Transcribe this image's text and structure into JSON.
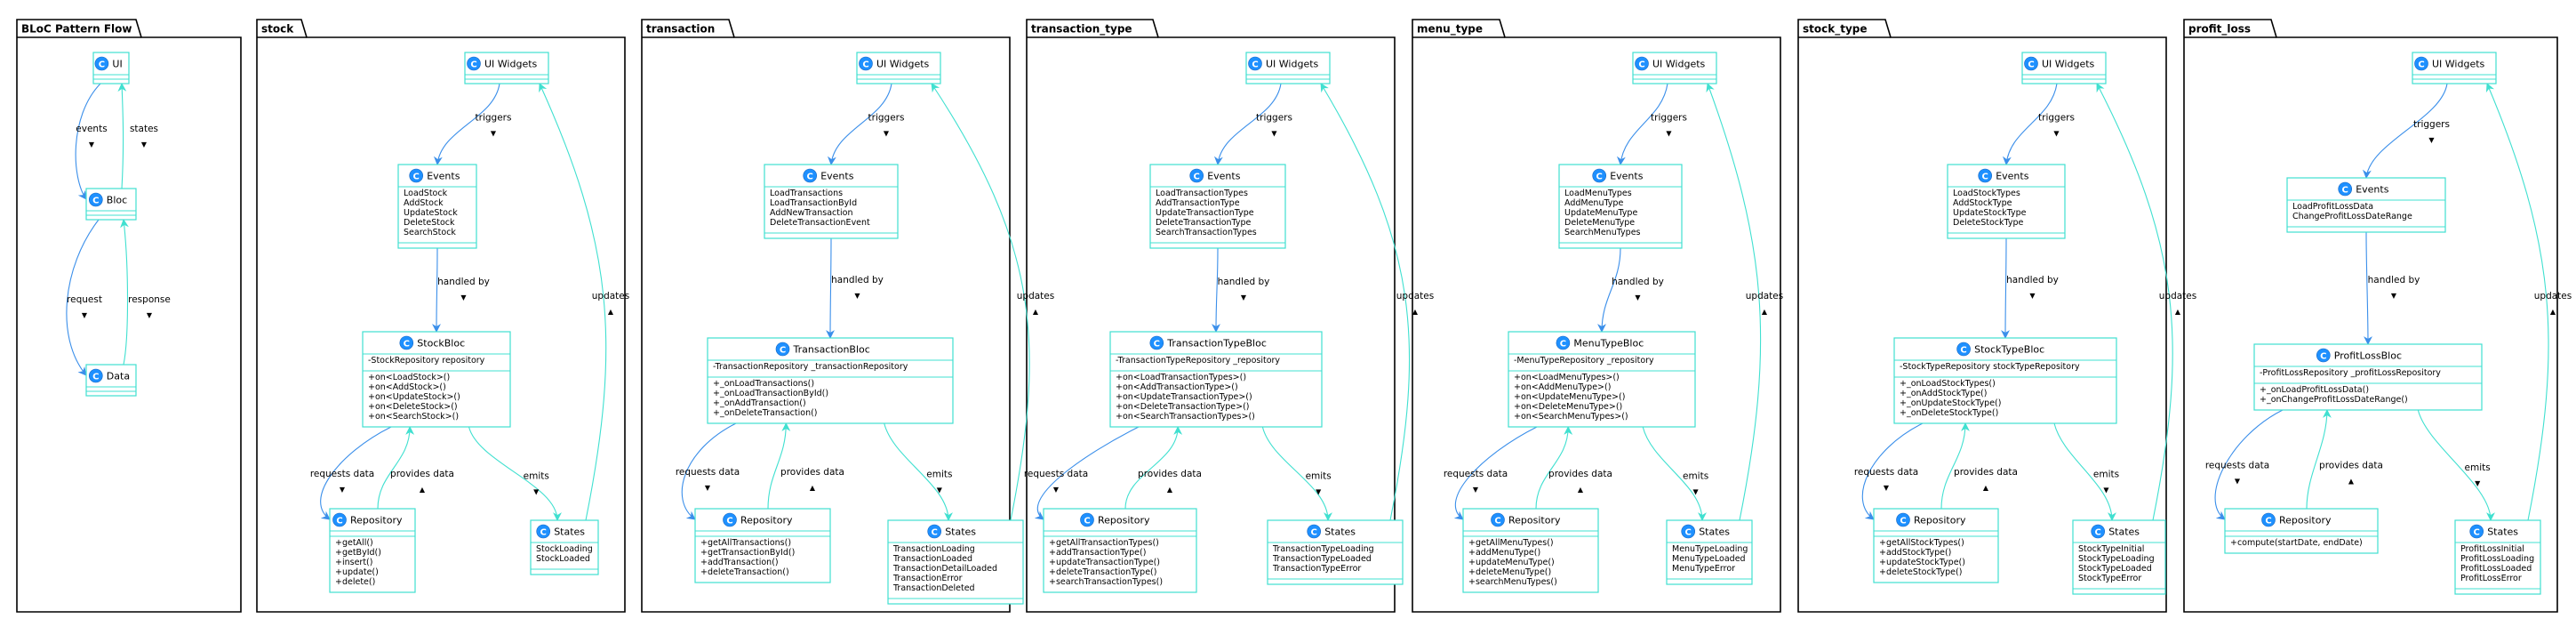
{
  "colors": {
    "frame": "#000000",
    "class_border": "#40e0d0",
    "badge_fill": "#1e90ff",
    "arrow_blue": "#3b8fea",
    "arrow_teal": "#40e0d0",
    "text": "#000000"
  },
  "icons": {
    "class_badge": "circle-c-icon",
    "class_badge_letter": "C"
  },
  "packages": [
    {
      "name": "BLoC Pattern Flow",
      "nodes": {
        "ui": {
          "title": "UI",
          "fields": [],
          "methods": []
        },
        "bloc": {
          "title": "Bloc",
          "fields": [],
          "methods": []
        },
        "data": {
          "title": "Data",
          "fields": [],
          "methods": []
        }
      },
      "edges": [
        {
          "label": "events",
          "arrow": "▼"
        },
        {
          "label": "states",
          "arrow": "▼"
        },
        {
          "label": "request",
          "arrow": "▼"
        },
        {
          "label": "response",
          "arrow": "▼"
        }
      ]
    },
    {
      "name": "stock",
      "nodes": {
        "ui": {
          "title": "UI Widgets",
          "fields": [],
          "methods": []
        },
        "events": {
          "title": "Events",
          "fields": [
            "LoadStock",
            "AddStock",
            "UpdateStock",
            "DeleteStock",
            "SearchStock"
          ],
          "methods": []
        },
        "bloc": {
          "title": "StockBloc",
          "fields": [
            "-StockRepository repository"
          ],
          "methods": [
            "+on<LoadStock>()",
            "+on<AddStock>()",
            "+on<UpdateStock>()",
            "+on<DeleteStock>()",
            "+on<SearchStock>()"
          ]
        },
        "repo": {
          "title": "Repository",
          "fields": [],
          "methods": [
            "+getAll()",
            "+getById()",
            "+insert()",
            "+update()",
            "+delete()"
          ]
        },
        "states": {
          "title": "States",
          "fields": [
            "StockLoading",
            "StockLoaded"
          ],
          "methods": []
        }
      },
      "edges": {
        "triggers": {
          "label": "triggers",
          "arrow": "▼"
        },
        "handled": {
          "label": "handled by",
          "arrow": "▼"
        },
        "requests": {
          "label": "requests data",
          "arrow": "▼"
        },
        "provides": {
          "label": "provides data",
          "arrow": "▲"
        },
        "emits": {
          "label": "emits",
          "arrow": "▼"
        },
        "updates": {
          "label": "updates",
          "arrow": "▲"
        }
      }
    },
    {
      "name": "transaction",
      "nodes": {
        "ui": {
          "title": "UI Widgets",
          "fields": [],
          "methods": []
        },
        "events": {
          "title": "Events",
          "fields": [
            "LoadTransactions",
            "LoadTransactionById",
            "AddNewTransaction",
            "DeleteTransactionEvent"
          ],
          "methods": []
        },
        "bloc": {
          "title": "TransactionBloc",
          "fields": [
            "-TransactionRepository _transactionRepository"
          ],
          "methods": [
            "+_onLoadTransactions()",
            "+_onLoadTransactionById()",
            "+_onAddTransaction()",
            "+_onDeleteTransaction()"
          ]
        },
        "repo": {
          "title": "Repository",
          "fields": [],
          "methods": [
            "+getAllTransactions()",
            "+getTransactionById()",
            "+addTransaction()",
            "+deleteTransaction()"
          ]
        },
        "states": {
          "title": "States",
          "fields": [
            "TransactionLoading",
            "TransactionLoaded",
            "TransactionDetailLoaded",
            "TransactionError",
            "TransactionDeleted"
          ],
          "methods": []
        }
      },
      "edges": {
        "triggers": {
          "label": "triggers",
          "arrow": "▼"
        },
        "handled": {
          "label": "handled by",
          "arrow": "▼"
        },
        "requests": {
          "label": "requests data",
          "arrow": "▼"
        },
        "provides": {
          "label": "provides data",
          "arrow": "▲"
        },
        "emits": {
          "label": "emits",
          "arrow": "▼"
        },
        "updates": {
          "label": "updates",
          "arrow": "▲"
        }
      }
    },
    {
      "name": "transaction_type",
      "nodes": {
        "ui": {
          "title": "UI Widgets",
          "fields": [],
          "methods": []
        },
        "events": {
          "title": "Events",
          "fields": [
            "LoadTransactionTypes",
            "AddTransactionType",
            "UpdateTransactionType",
            "DeleteTransactionType",
            "SearchTransactionTypes"
          ],
          "methods": []
        },
        "bloc": {
          "title": "TransactionTypeBloc",
          "fields": [
            "-TransactionTypeRepository _repository"
          ],
          "methods": [
            "+on<LoadTransactionTypes>()",
            "+on<AddTransactionType>()",
            "+on<UpdateTransactionType>()",
            "+on<DeleteTransactionType>()",
            "+on<SearchTransactionTypes>()"
          ]
        },
        "repo": {
          "title": "Repository",
          "fields": [],
          "methods": [
            "+getAllTransactionTypes()",
            "+addTransactionType()",
            "+updateTransactionType()",
            "+deleteTransactionType()",
            "+searchTransactionTypes()"
          ]
        },
        "states": {
          "title": "States",
          "fields": [
            "TransactionTypeLoading",
            "TransactionTypeLoaded",
            "TransactionTypeError"
          ],
          "methods": []
        }
      },
      "edges": {
        "triggers": {
          "label": "triggers",
          "arrow": "▼"
        },
        "handled": {
          "label": "handled by",
          "arrow": "▼"
        },
        "requests": {
          "label": "requests data",
          "arrow": "▼"
        },
        "provides": {
          "label": "provides data",
          "arrow": "▲"
        },
        "emits": {
          "label": "emits",
          "arrow": "▼"
        },
        "updates": {
          "label": "updates",
          "arrow": "▲"
        }
      }
    },
    {
      "name": "menu_type",
      "nodes": {
        "ui": {
          "title": "UI Widgets",
          "fields": [],
          "methods": []
        },
        "events": {
          "title": "Events",
          "fields": [
            "LoadMenuTypes",
            "AddMenuType",
            "UpdateMenuType",
            "DeleteMenuType",
            "SearchMenuTypes"
          ],
          "methods": []
        },
        "bloc": {
          "title": "MenuTypeBloc",
          "fields": [
            "-MenuTypeRepository _repository"
          ],
          "methods": [
            "+on<LoadMenuTypes>()",
            "+on<AddMenuType>()",
            "+on<UpdateMenuType>()",
            "+on<DeleteMenuType>()",
            "+on<SearchMenuTypes>()"
          ]
        },
        "repo": {
          "title": "Repository",
          "fields": [],
          "methods": [
            "+getAllMenuTypes()",
            "+addMenuType()",
            "+updateMenuType()",
            "+deleteMenuType()",
            "+searchMenuTypes()"
          ]
        },
        "states": {
          "title": "States",
          "fields": [
            "MenuTypeLoading",
            "MenuTypeLoaded",
            "MenuTypeError"
          ],
          "methods": []
        }
      },
      "edges": {
        "triggers": {
          "label": "triggers",
          "arrow": "▼"
        },
        "handled": {
          "label": "handled by",
          "arrow": "▼"
        },
        "requests": {
          "label": "requests data",
          "arrow": "▼"
        },
        "provides": {
          "label": "provides data",
          "arrow": "▲"
        },
        "emits": {
          "label": "emits",
          "arrow": "▼"
        },
        "updates": {
          "label": "updates",
          "arrow": "▲"
        }
      }
    },
    {
      "name": "stock_type",
      "nodes": {
        "ui": {
          "title": "UI Widgets",
          "fields": [],
          "methods": []
        },
        "events": {
          "title": "Events",
          "fields": [
            "LoadStockTypes",
            "AddStockType",
            "UpdateStockType",
            "DeleteStockType"
          ],
          "methods": []
        },
        "bloc": {
          "title": "StockTypeBloc",
          "fields": [
            "-StockTypeRepository stockTypeRepository"
          ],
          "methods": [
            "+_onLoadStockTypes()",
            "+_onAddStockType()",
            "+_onUpdateStockType()",
            "+_onDeleteStockType()"
          ]
        },
        "repo": {
          "title": "Repository",
          "fields": [],
          "methods": [
            "+getAllStockTypes()",
            "+addStockType()",
            "+updateStockType()",
            "+deleteStockType()"
          ]
        },
        "states": {
          "title": "States",
          "fields": [
            "StockTypeInitial",
            "StockTypeLoading",
            "StockTypeLoaded",
            "StockTypeError"
          ],
          "methods": []
        }
      },
      "edges": {
        "triggers": {
          "label": "triggers",
          "arrow": "▼"
        },
        "handled": {
          "label": "handled by",
          "arrow": "▼"
        },
        "requests": {
          "label": "requests data",
          "arrow": "▼"
        },
        "provides": {
          "label": "provides data",
          "arrow": "▲"
        },
        "emits": {
          "label": "emits",
          "arrow": "▼"
        },
        "updates": {
          "label": "updates",
          "arrow": "▲"
        }
      }
    },
    {
      "name": "profit_loss",
      "nodes": {
        "ui": {
          "title": "UI Widgets",
          "fields": [],
          "methods": []
        },
        "events": {
          "title": "Events",
          "fields": [
            "LoadProfitLossData",
            "ChangeProfitLossDateRange"
          ],
          "methods": []
        },
        "bloc": {
          "title": "ProfitLossBloc",
          "fields": [
            "-ProfitLossRepository _profitLossRepository"
          ],
          "methods": [
            "+_onLoadProfitLossData()",
            "+_onChangeProfitLossDateRange()"
          ]
        },
        "repo": {
          "title": "Repository",
          "fields": [],
          "methods": [
            "+compute(startDate, endDate)"
          ]
        },
        "states": {
          "title": "States",
          "fields": [
            "ProfitLossInitial",
            "ProfitLossLoading",
            "ProfitLossLoaded",
            "ProfitLossError"
          ],
          "methods": []
        }
      },
      "edges": {
        "triggers": {
          "label": "triggers",
          "arrow": "▼"
        },
        "handled": {
          "label": "handled by",
          "arrow": "▼"
        },
        "requests": {
          "label": "requests data",
          "arrow": "▼"
        },
        "provides": {
          "label": "provides data",
          "arrow": "▲"
        },
        "emits": {
          "label": "emits",
          "arrow": "▼"
        },
        "updates": {
          "label": "updates",
          "arrow": "▲"
        }
      }
    }
  ]
}
